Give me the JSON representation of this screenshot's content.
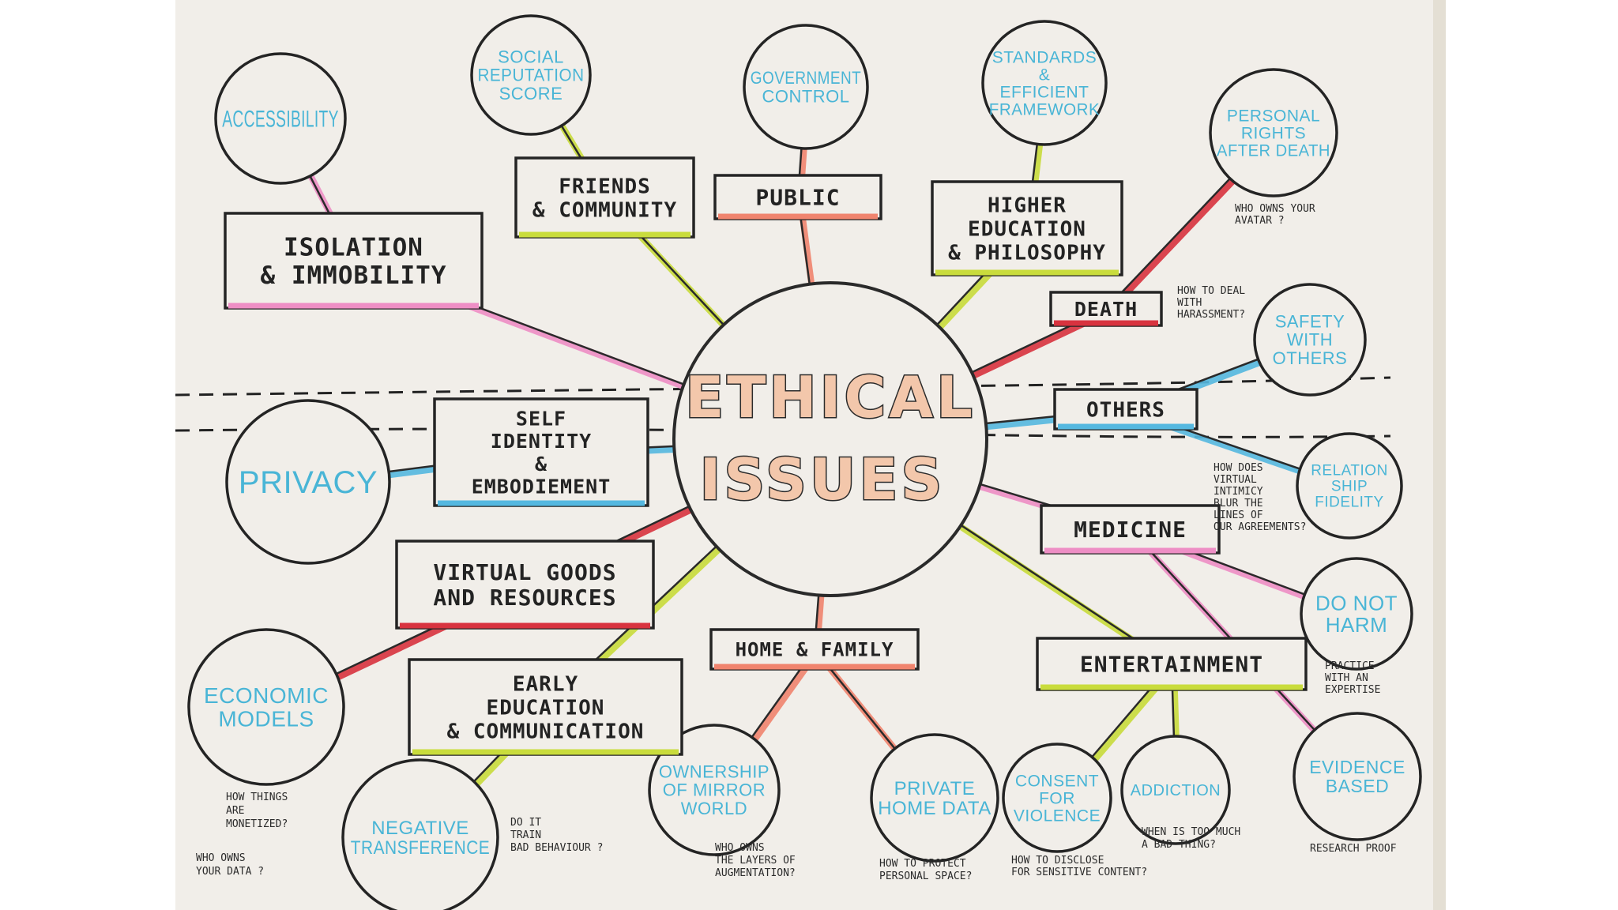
{
  "center": {
    "line1": "ETHICAL",
    "line2": "ISSUES"
  },
  "colors": {
    "paper": "#f1eee9",
    "ink": "#232323",
    "bubble_text": "#49b5d6",
    "pink": "#ee8ec5",
    "yellow": "#c9dc3c",
    "red": "#d8333f",
    "salmon": "#f0846e",
    "blue": "#55b8e0",
    "center_fill": "#f3c7ab"
  },
  "nodes": [
    {
      "id": "isolation",
      "lines": [
        "ISOLATION",
        "& IMMOBILITY"
      ]
    },
    {
      "id": "friends",
      "lines": [
        "FRIENDS",
        "& COMMUNITY"
      ]
    },
    {
      "id": "public",
      "lines": [
        "PUBLIC"
      ]
    },
    {
      "id": "higher-ed",
      "lines": [
        "HIGHER",
        "EDUCATION",
        "& PHILOSOPHY"
      ]
    },
    {
      "id": "death",
      "lines": [
        "DEATH"
      ]
    },
    {
      "id": "others",
      "lines": [
        "OTHERS"
      ]
    },
    {
      "id": "self-identity",
      "lines": [
        "SELF",
        "IDENTITY",
        "&",
        "EMBODIEMENT"
      ]
    },
    {
      "id": "medicine",
      "lines": [
        "MEDICINE"
      ]
    },
    {
      "id": "virtual-goods",
      "lines": [
        "VIRTUAL GOODS",
        "AND RESOURCES"
      ]
    },
    {
      "id": "home-family",
      "lines": [
        "HOME & FAMILY"
      ]
    },
    {
      "id": "entertainment",
      "lines": [
        "ENTERTAINMENT"
      ]
    },
    {
      "id": "early-ed",
      "lines": [
        "EARLY",
        "EDUCATION",
        "& COMMUNICATION"
      ]
    }
  ],
  "bubbles": [
    {
      "id": "accessibility",
      "lines": [
        "ACCESSIBILITY"
      ]
    },
    {
      "id": "social-rep",
      "lines": [
        "SOCIAL",
        "REPUTATION",
        "SCORE"
      ]
    },
    {
      "id": "gov-control",
      "lines": [
        "GOVERNMENT",
        "CONTROL"
      ]
    },
    {
      "id": "standards",
      "lines": [
        "STANDARDS",
        "&",
        "EFFICIENT",
        "FRAMEWORK"
      ]
    },
    {
      "id": "personal-rights",
      "lines": [
        "PERSONAL",
        "RIGHTS",
        "AFTER DEATH"
      ]
    },
    {
      "id": "safety",
      "lines": [
        "SAFETY",
        "WITH",
        "OTHERS"
      ]
    },
    {
      "id": "privacy",
      "lines": [
        "PRIVACY"
      ]
    },
    {
      "id": "relationship",
      "lines": [
        "RELATION",
        "SHIP",
        "FIDELITY"
      ]
    },
    {
      "id": "do-not-harm",
      "lines": [
        "DO NOT",
        "HARM"
      ]
    },
    {
      "id": "economic",
      "lines": [
        "ECONOMIC",
        "MODELS"
      ]
    },
    {
      "id": "negative",
      "lines": [
        "NEGATIVE",
        "TRANSFERENCE"
      ]
    },
    {
      "id": "mirror",
      "lines": [
        "OWNERSHIP",
        "OF MIRROR",
        "WORLD"
      ]
    },
    {
      "id": "private-home",
      "lines": [
        "PRIVATE",
        "HOME DATA"
      ]
    },
    {
      "id": "consent",
      "lines": [
        "CONSENT",
        "FOR",
        "VIOLENCE"
      ]
    },
    {
      "id": "addiction",
      "lines": [
        "ADDICTION"
      ]
    },
    {
      "id": "evidence",
      "lines": [
        "EVIDENCE",
        "BASED"
      ]
    }
  ],
  "notes": [
    {
      "id": "avatar",
      "lines": [
        "WHO OWNS YOUR",
        "AVATAR ?"
      ]
    },
    {
      "id": "harassment",
      "lines": [
        "HOW TO DEAL",
        "WITH",
        "HARASSMENT?"
      ]
    },
    {
      "id": "intimacy",
      "lines": [
        "HOW DOES",
        "VIRTUAL",
        "INTIMICY",
        "BLUR THE",
        "LINES OF",
        "OUR AGREEMENTS?"
      ]
    },
    {
      "id": "expertise",
      "lines": [
        "PRACTICE",
        "WITH AN",
        "EXPERTISE"
      ]
    },
    {
      "id": "monetized",
      "lines": [
        "HOW THINGS",
        "ARE",
        "MONETIZED?"
      ]
    },
    {
      "id": "your-data",
      "lines": [
        "WHO OWNS",
        "YOUR DATA ?"
      ]
    },
    {
      "id": "train",
      "lines": [
        "DO IT",
        "TRAIN",
        "BAD BEHAVIOUR ?"
      ]
    },
    {
      "id": "layers",
      "lines": [
        "WHO OWNS",
        "THE LAYERS OF",
        "AUGMENTATION?"
      ]
    },
    {
      "id": "personal-space",
      "lines": [
        "HOW TO PROTECT",
        "PERSONAL SPACE?"
      ]
    },
    {
      "id": "disclose",
      "lines": [
        "HOW TO DISCLOSE",
        "FOR SENSITIVE CONTENT?"
      ]
    },
    {
      "id": "bad-thing",
      "lines": [
        "WHEN IS TOO MUCH",
        "A BAD THING?"
      ]
    },
    {
      "id": "research",
      "lines": [
        "RESEARCH PROOF"
      ]
    }
  ]
}
